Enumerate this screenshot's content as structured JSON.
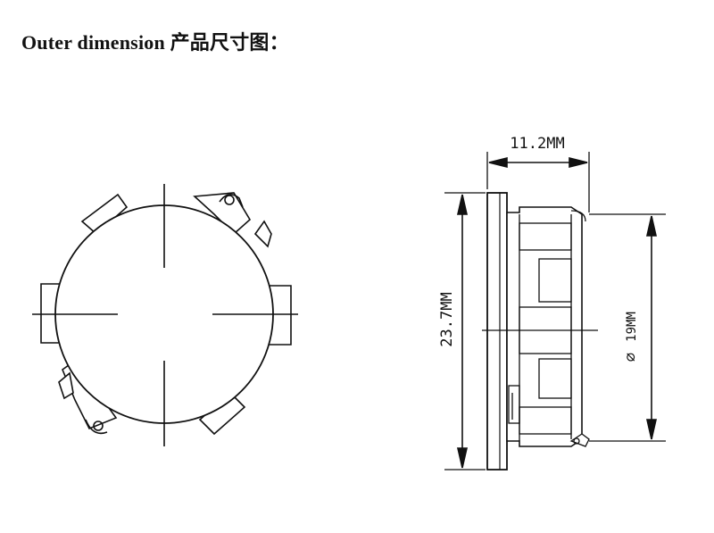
{
  "heading": {
    "text": "Outer dimension 产品尺寸图："
  },
  "dimensions": {
    "depth_label": "11.2MM",
    "height_label": "23.7MM",
    "diameter_label": "19MM",
    "diameter_symbol": "⌀"
  },
  "colors": {
    "line": "#111111",
    "background": "#ffffff"
  }
}
